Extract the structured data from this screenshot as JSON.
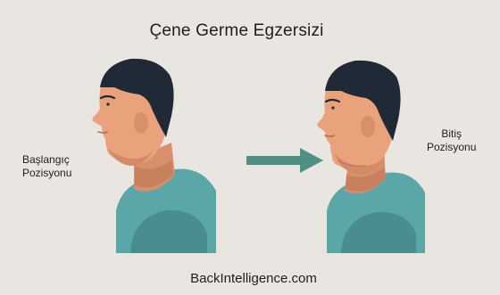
{
  "title": "Çene Germe Egzersizi",
  "labels": {
    "start_line1": "Başlangıç",
    "start_line2": "Pozisyonu",
    "end_line1": "Bitiş",
    "end_line2": "Pozisyonu"
  },
  "footer": "BackIntelligence.com",
  "colors": {
    "background": "#e9e6e1",
    "skin": "#e9a27c",
    "skin_shadow": "#c77f5e",
    "hair": "#1f2a36",
    "shirt": "#5ba7a7",
    "shirt_shadow": "#4a8d8e",
    "arrow": "#4e9184"
  }
}
